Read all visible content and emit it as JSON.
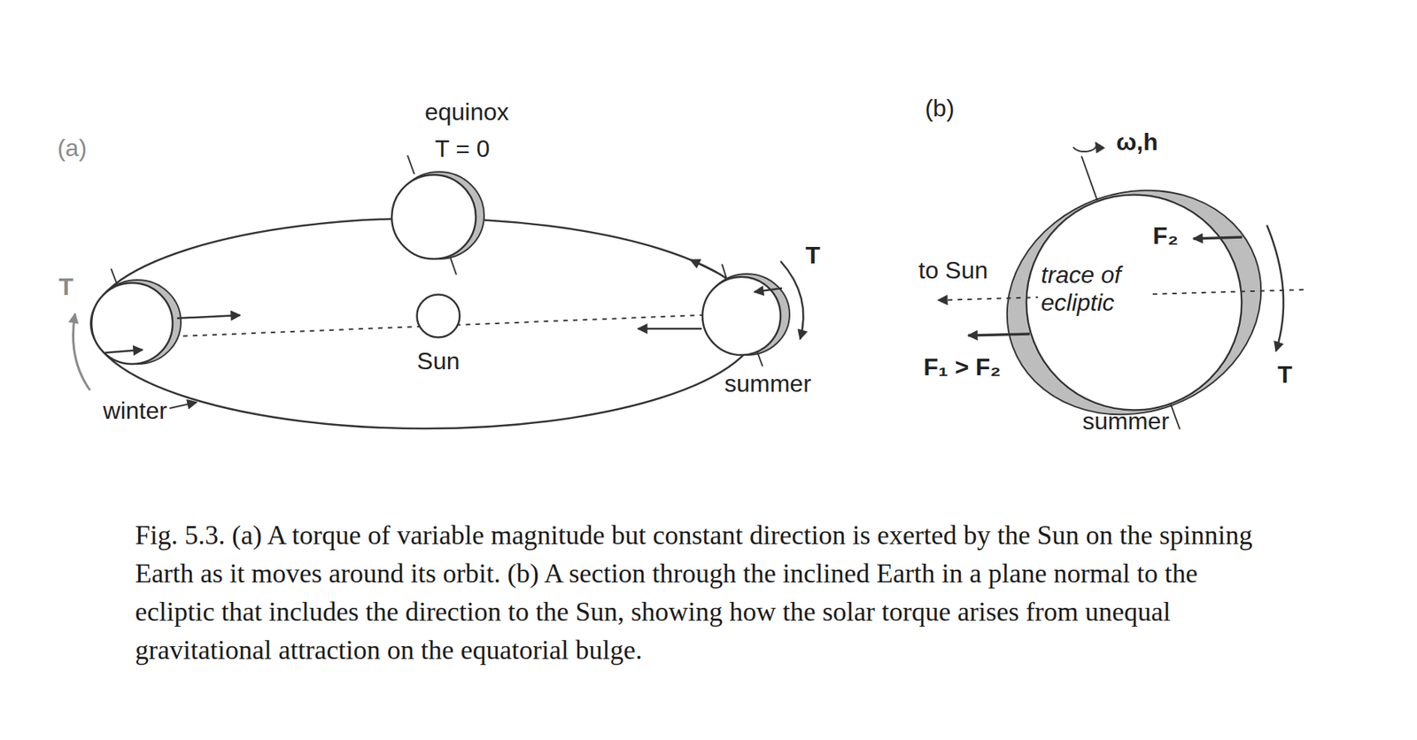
{
  "diagram": {
    "caption": "Fig. 5.3. (a) A torque of variable magnitude but constant direction is exerted by the Sun on the spinning Earth as it moves around its orbit. (b) A section through the inclined Earth in a plane normal to the ecliptic that includes the direction to the Sun, showing how the solar torque arises from unequal gravitational attraction on the equatorial bulge.",
    "nodes": [
      {
        "text": [
          "Sun"
        ]
      },
      {
        "text": [
          "trace of ecliptic"
        ]
      }
    ],
    "labels": [
      "(a)",
      "equinox",
      "T = 0",
      "T",
      "winter",
      "summer",
      "T",
      "(b)",
      "ω,h",
      "F₂",
      "to Sun",
      "F₁ > F₂",
      "T",
      "summer"
    ]
  }
}
